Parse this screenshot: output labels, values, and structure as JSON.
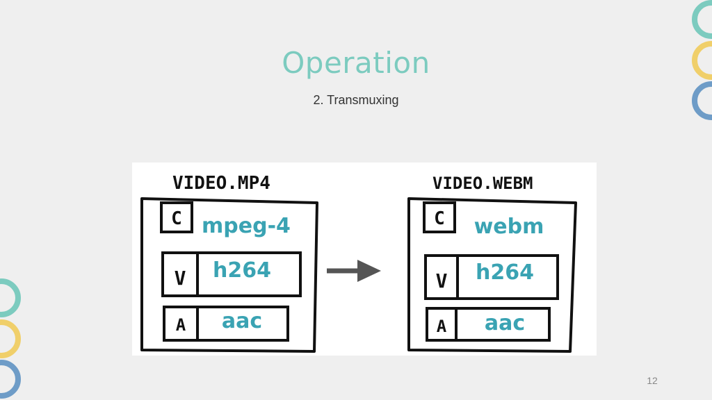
{
  "slide": {
    "title": "Operation",
    "subtitle": "2. Transmuxing",
    "page_number": "12"
  },
  "diagram": {
    "source": {
      "filename": "VIDEO.MP4",
      "rows": [
        {
          "tag": "C",
          "value": "mpeg-4"
        },
        {
          "tag": "V",
          "value": "h264"
        },
        {
          "tag": "A",
          "value": "aac"
        }
      ]
    },
    "target": {
      "filename": "VIDEO.WEBM",
      "rows": [
        {
          "tag": "C",
          "value": "webm"
        },
        {
          "tag": "V",
          "value": "h264"
        },
        {
          "tag": "A",
          "value": "aac"
        }
      ]
    },
    "arrow": "right-arrow-icon"
  },
  "colors": {
    "title": "#7ccbbf",
    "codec_text": "#3aa3b3",
    "ring_teal": "#7ccbbf",
    "ring_yellow": "#f0cf6a",
    "ring_blue": "#6e9cc7"
  }
}
